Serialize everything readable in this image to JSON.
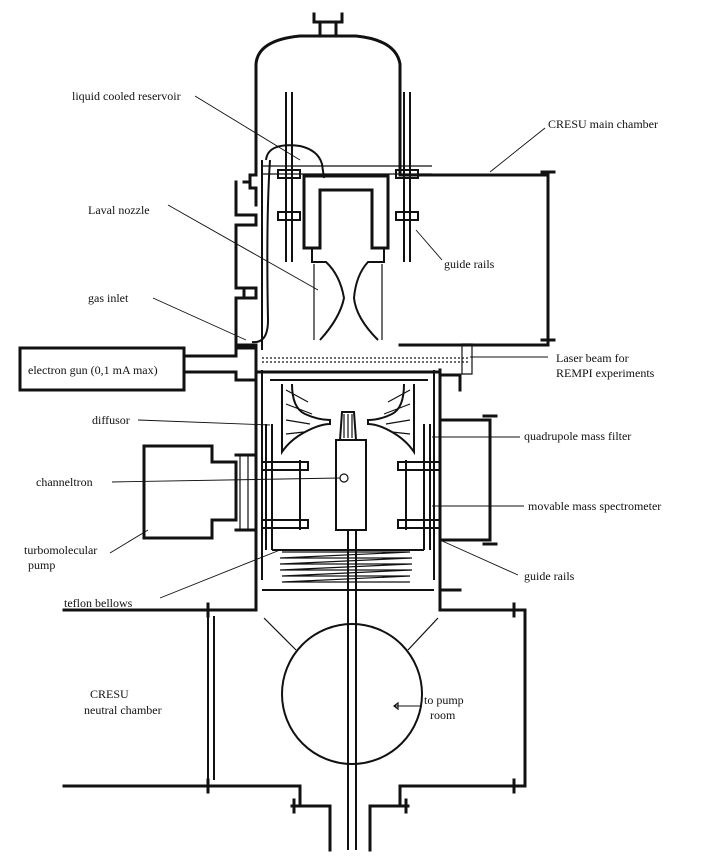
{
  "labels": {
    "liquid_cooled_reservoir": "liquid cooled reservoir",
    "laval_nozzle": "Laval nozzle",
    "gas_inlet": "gas    inlet",
    "electron_gun": "electron gun (0,1 mA max)",
    "diffusor": "diffusor",
    "channeltron": "channeltron",
    "turbomolecular_1": "turbomolecular",
    "turbomolecular_2": "pump",
    "teflon_bellows": "teflon bellows",
    "cresu_neutral_1": "CRESU",
    "cresu_neutral_2": "neutral chamber",
    "cresu_main": "CRESU main chamber",
    "guide_rails_top": "guide rails",
    "laser_beam_1": "Laser beam for",
    "laser_beam_2": "REMPI experiments",
    "quadrupole": "quadrupole mass filter",
    "movable_ms": "movable mass spectrometer",
    "guide_rails_bottom": "guide rails",
    "to_pump_1": "to pump",
    "to_pump_2": "room"
  },
  "colors": {
    "ink": "#111111",
    "background": "#ffffff"
  }
}
